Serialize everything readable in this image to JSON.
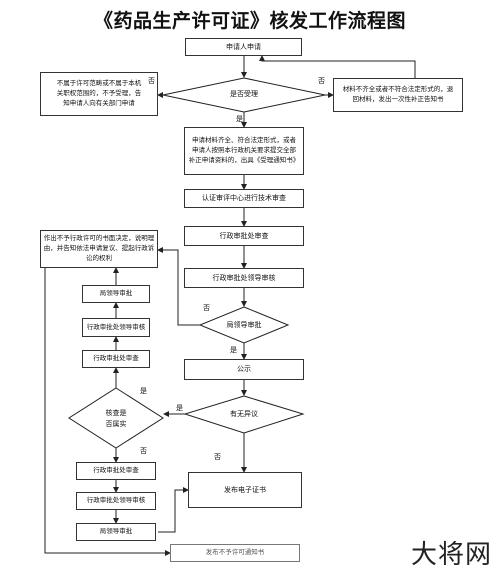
{
  "title": "《药品生产许可证》核发工作流程图",
  "nodes": {
    "apply": "申请人申请",
    "accept_q": "是否受理",
    "not_in_scope": [
      "不属于许可范畴或不属于本机",
      "关职权范围的，不予受理，告",
      "知申请人向有关部门申请"
    ],
    "incomplete": [
      "材料不齐全或者不符合法定形式的，退",
      "回材料，发出一次性补正告知书"
    ],
    "accepted": [
      "申请材料齐全、符合法定形式，或者",
      "申请人按照本行政机关要求提交全部",
      "补正申请资料的，出具《受理通知书》"
    ],
    "tech_review": "认证审评中心进行技术审查",
    "admin_review": "行政审批处审查",
    "leader_review": "行政审批处领导审核",
    "bureau_approve_q": "局领导审批",
    "reject_notice": [
      "作出不予行政许可的书面决定，说明理",
      "由，并告知依法申请复议、提起行政诉",
      "讼的权利"
    ],
    "bureau_leader_left": "局领导审批",
    "leader_review_left": "行政审批处领导审核",
    "admin_review_left": "行政审批处审查",
    "publicity": "公示",
    "objection_q": "有无异议",
    "verify_q": [
      "核查是",
      "否属实"
    ],
    "admin_review_bottom": "行政审批处审查",
    "leader_review_bottom": "行政审批处领导审核",
    "bureau_leader_bottom": "局领导审批",
    "issue_cert": "发布电子证书",
    "not_granted_notice": "发布不予许可通知书"
  },
  "labels": {
    "no": "否",
    "yes": "是"
  },
  "watermark": "大将网"
}
